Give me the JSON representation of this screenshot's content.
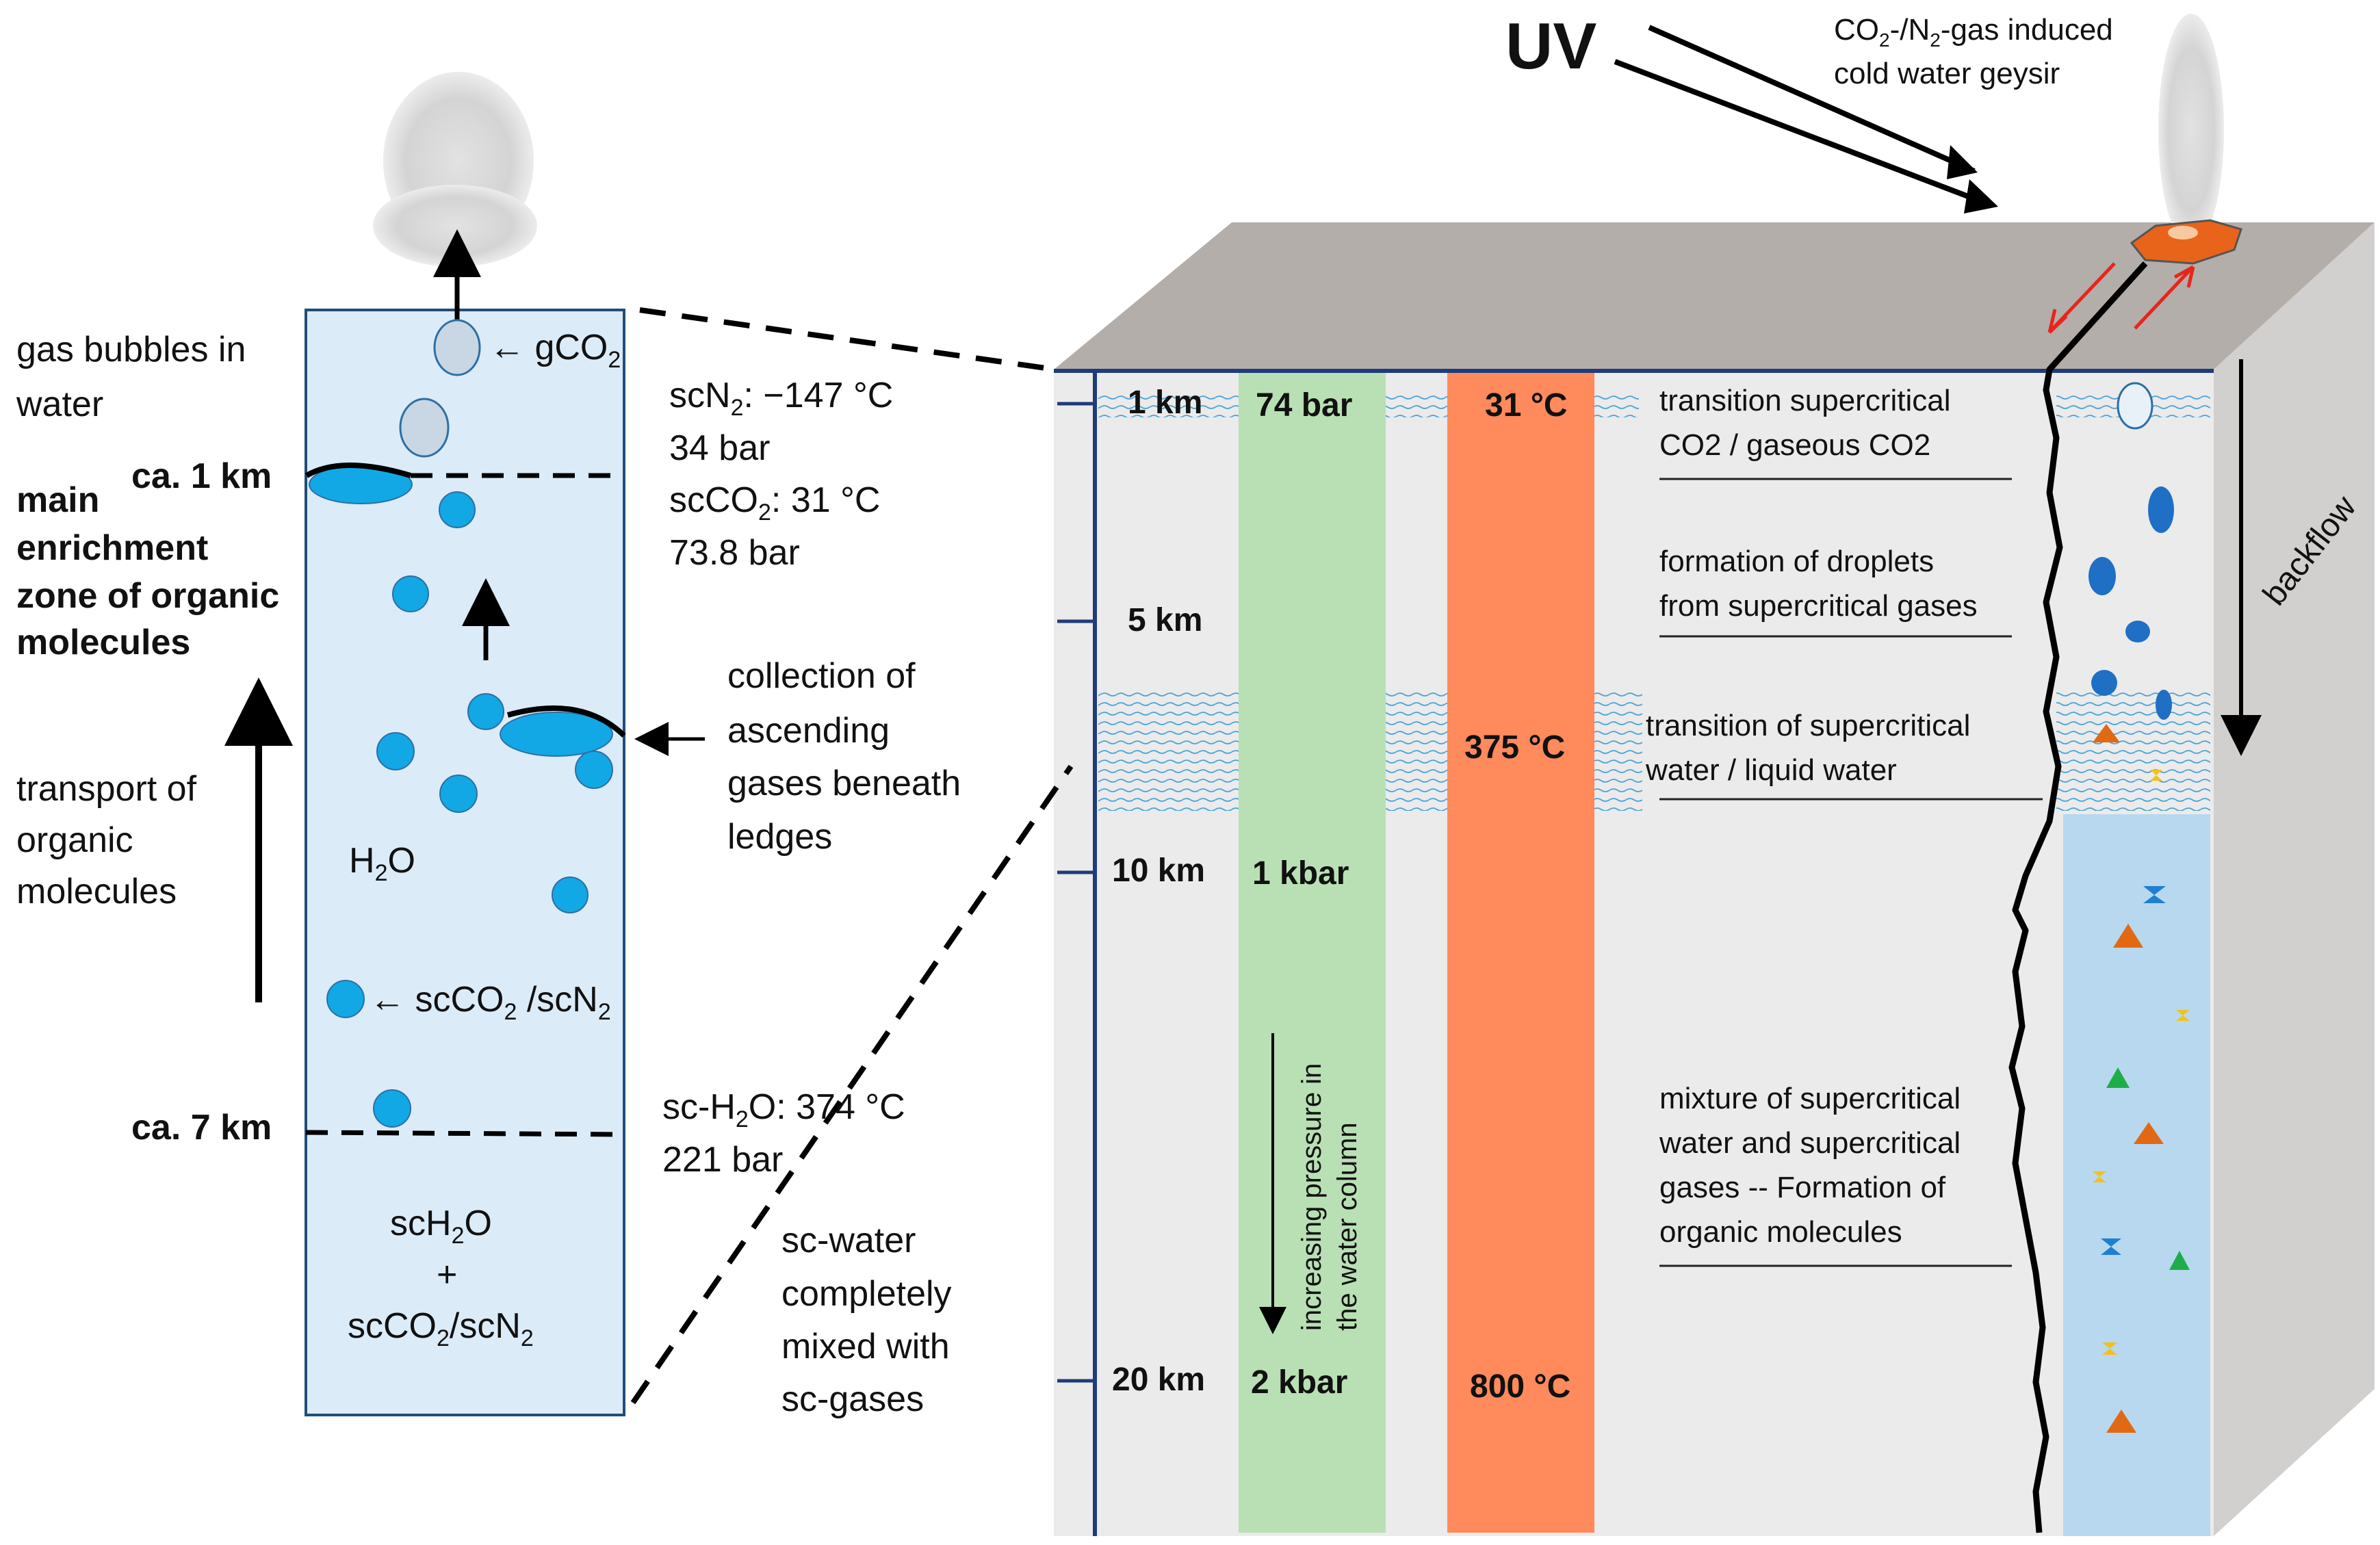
{
  "colors": {
    "column_fill": "#dcebf8",
    "column_stroke": "#1f4e79",
    "bubble": "#12a8e6",
    "bubble_stroke": "#2d6fa3",
    "gas_bubble": "#c9d6e3",
    "block_front": "#ebebeb",
    "block_top": "#b3aeaa",
    "block_side": "#d2d0cf",
    "axis": "#1f3b7a",
    "pressure_band": "#b9e0b4",
    "temperature_band": "#ff8a5c",
    "mixture_zone": "#b8d8ef",
    "wave": "#4aa3d8",
    "red_arrow": "#e8251b",
    "geysir": "#e8641b",
    "triangle_orange": "#e26913",
    "triangle_green": "#1fad4a",
    "hourglass_blue": "#1f7fd0",
    "hourglass_yellow": "#f1c21b",
    "drop_blue": "#1f6fc4"
  },
  "left_column": {
    "label_gas_bubbles": [
      "gas bubbles in",
      "water"
    ],
    "label_1km": "ca. 1 km",
    "label_enrichment": [
      "main",
      "enrichment",
      "zone of organic",
      "molecules"
    ],
    "label_transport": [
      "transport of",
      "organic",
      "molecules"
    ],
    "label_7km": "ca. 7 km",
    "label_h2o": "H2O",
    "label_gco2": "← gCO2",
    "label_scco2_scn2": "← scCO2 /scN2",
    "label_bottom": [
      "scH2O",
      "+",
      "scCO2/scN2"
    ],
    "critical_points_upper": [
      "scN2: −147 °C",
      "34 bar",
      "scCO2: 31 °C",
      "73.8 bar"
    ],
    "collection_label": [
      "collection of",
      "ascending",
      "gases beneath",
      "ledges"
    ],
    "critical_point_water": [
      "sc-H2O: 374 °C",
      "221 bar"
    ],
    "sc_water_label": [
      "sc-water",
      "completely",
      "mixed with",
      "sc-gases"
    ]
  },
  "block": {
    "uv_label": "UV",
    "geysir_label": [
      "CO2-/N2-gas induced",
      "cold water geysir"
    ],
    "backflow_label": "backflow",
    "depths": [
      "1 km",
      "5 km",
      "10 km",
      "20 km"
    ],
    "pressures": [
      "74 bar",
      "1 kbar",
      "2 kbar"
    ],
    "temperatures": [
      "31 °C",
      "375 °C",
      "800 °C"
    ],
    "pressure_note": [
      "increasing pressure in",
      "the water column"
    ],
    "zone_notes": {
      "co2_transition": [
        "transition supercritical",
        "CO2 / gaseous CO2"
      ],
      "droplets": [
        "formation of droplets",
        "from supercritical gases"
      ],
      "water_transition": [
        "transition of supercritical",
        "water / liquid water"
      ],
      "mixture": [
        "mixture of supercritical",
        "water and supercritical",
        "gases -- Formation of",
        "organic molecules"
      ]
    }
  }
}
